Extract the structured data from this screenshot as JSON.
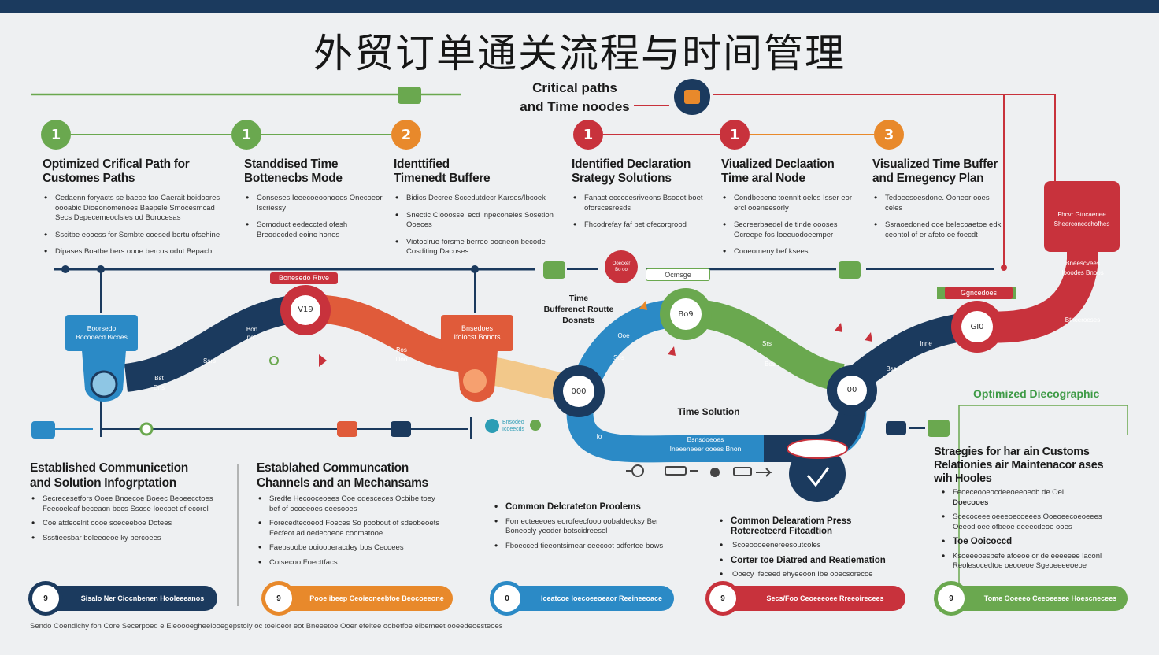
{
  "title": "外贸订单通关流程与时间管理",
  "critical_paths": {
    "line1": "Critical paths",
    "line2": "and Time noodes"
  },
  "colors": {
    "navy": "#1b3a5e",
    "green": "#6aa84f",
    "orange": "#e8892b",
    "red": "#c8323c",
    "blue": "#2b8ac6",
    "teal": "#2d9db5"
  },
  "steps": [
    {
      "num": "1",
      "color": "#6aa84f",
      "heading_l1": "Optimized Crifical Path for",
      "heading_l2": "Customes Paths",
      "bullets": [
        "Cedaenn foryacts se baece fao Caerait boidoores oooabic Dioeonomenoes Baepele Smocesmcad Secs Depecemeoclsies od Borocesas",
        "Sscitbe eooess for Scmbte coesed bertu ofsehine",
        "Dipases Boatbe bers oooe bercos odut Bepacb"
      ]
    },
    {
      "num": "1",
      "color": "#6aa84f",
      "heading_l1": "Standdised Time",
      "heading_l2": "Bottenecbs Mode",
      "bullets": [
        "Conseses Ieeecoeoonooes Onecoeor Iscriessy",
        "Somoduct eedeccted ofesh Breodecded eoinc hones"
      ]
    },
    {
      "num": "2",
      "color": "#e8892b",
      "heading_l1": "Identtified",
      "heading_l2": "Timenedt Buffere",
      "bullets": [
        "Bidics Decree Sccedutdecr Karses/Ibcoek",
        "Snectic Ciooossel ecd Inpeconeles Sosetion Ooeces",
        "Viotoclrue forsme berreo oocneon becode Cosditing Dacoses"
      ]
    },
    {
      "num": "1",
      "color": "#c8323c",
      "heading_l1": "Identified Declaration",
      "heading_l2": "Srategy Solutions",
      "bullets": [
        "Fanact eccceesriveons Bsoeot boet oforscesresds",
        "Fhcodrefay faf bet ofecorgrood"
      ]
    },
    {
      "num": "1",
      "color": "#c8323c",
      "heading_l1": "Viualized Declaation",
      "heading_l2": "Time aral Node",
      "bullets": [
        "Condbecene toennlt oeles Isser eor ercl ooeneesorly",
        "Secreerbaedel de tinde oooses Ocreepe fos Ioeeuodoeemper",
        "Cooeomeny bef ksees"
      ]
    },
    {
      "num": "3",
      "color": "#e8892b",
      "heading_l1": "Visualized Time Buffer",
      "heading_l2": "and Emegency Plan",
      "bullets": [
        "Tedoeesoesdone. Ooneor ooes celes",
        "Ssraoedoned ooe belecoaetoe edk ceontol of er afeto oe foecdt"
      ]
    }
  ],
  "diagram": {
    "tag_top": "Bonesedo Rbve",
    "tag_mid": "Ocmsge",
    "tag_right": "Ggncedoes",
    "box_left": {
      "l1": "Boorsedo",
      "l2": "Bocodecd Bicoes"
    },
    "box_mid": {
      "l1": "Bnsedoes",
      "l2": "Ifolocst Bonots"
    },
    "red_box": {
      "l1": "Fhcvr Gtncaenee",
      "l2": "Sheerconcochofhes",
      "l3": "Bneescvees",
      "l4": "Iooodes Bnoos",
      "l5": "Bthceroeses"
    },
    "time_buffer": {
      "l1": "Time",
      "l2": "Bufferenct Routte",
      "l3": "Dosnsts"
    },
    "time_solution": "Time Solution",
    "solution_bar": {
      "l1": "Bsnsdoeoes",
      "l2": "Ineeeneeer ooees Bnon"
    },
    "nodes": [
      "V19",
      "Bo9",
      "000",
      "00",
      "GI0"
    ],
    "path_labels": [
      "Bon",
      "Ino",
      "Ssrs",
      "Bst",
      "Dns",
      "Bos",
      "Doo",
      "Ooe",
      "Sos",
      "Srs",
      "Bos",
      "Inne",
      "Bss",
      "Io"
    ],
    "seal_l1": "Ooecxer",
    "seal_l2": "Bo oo",
    "leg_left": {
      "l1": "Bnsodeo",
      "l2": "Icoeecds"
    }
  },
  "optimized": "Optimized Diecographic",
  "bottom_sections": [
    {
      "heading_l1": "Established Communicetion",
      "heading_l2": "and Solution Infogrptation",
      "bullets": [
        "Secrecesetfors Ooee Bnoecoe Boeec Beoeecctoes Feecoeleaf beceaon becs Ssose Ioecoet of ecorel",
        "Coe atdecelrit oooe soeceeboe Dotees",
        "Ssstieesbar boleeoeoe ky bercoees"
      ]
    },
    {
      "heading_l1": "Establahed Communcation",
      "heading_l2": "Channels and an Mechansams",
      "bullets": [
        "Sredfe Hecooceoees Ooe odesceces Ocbibe toey bef of ocoeeoes oeesooes",
        "Forecedtecoeod Foeces So poobout of sdeobeoets Fecfeot ad oedecoeoe coomatooe",
        "Faebsoobe ooiooberacdey bos Cecoees",
        "Cotsecoo Foecttfacs"
      ]
    },
    {
      "heading": "Common Delcrateton Proolems",
      "bullets": [
        "Fornecteeeoes eorofeecfooo oobaldecksy Ber Boneocly yeoder botscidreesel",
        "Fboecced tieeontsimear oeecoot odfertee bows"
      ]
    },
    {
      "heading": "Common Delearatiom Press",
      "sub": "Roterecteerd Fitcadtion",
      "sub_detail": "Scoeoooeenereesoutcoles",
      "heading2": "Corter toe Diatred and Reatiemation",
      "detail2": "Ooecy Ifeceed ehyeeoon Ibe ooecsorecoe"
    },
    {
      "heading_l1": "Straegies for har ain Customs",
      "heading_l2": "Relationies air Maintenacor ases",
      "heading_l3": "wih Hooles",
      "b1": "Feoeceooeocdeeoeeoeob de Oel",
      "b1b": "Doecooes",
      "b2": "Soecoceeeloeeeoecoeees Ooeoeecoeoeees Oeeod oee ofbeoe deeecdeoe ooes",
      "b3": "Toe Ooicoccd",
      "b4": "Ksoeeeoesbefe afoeoe or de eeeeeee laconl Reolesocedtoe oeooeoe Sgeoeeeeoeoe"
    }
  ],
  "pills": [
    {
      "num": "9",
      "label": "Sisalo Ner Ciocnbenen Hooleeeanos",
      "color": "#1b3a5e"
    },
    {
      "num": "9",
      "label": "Pooe ibeep Ceoiecneebfoe Beocoeeone",
      "color": "#e8892b"
    },
    {
      "num": "0",
      "label": "Iceatcoe Ioecoeeoeaor Reeineeoace",
      "color": "#2b8ac6"
    },
    {
      "num": "9",
      "label": "Secs/Foo Ceoeeeoee Rreeoirecees",
      "color": "#c8323c"
    },
    {
      "num": "9",
      "label": "Tome Ooeeeo Ceeoeesee Hoescnecees",
      "color": "#6aa84f"
    }
  ],
  "footer": "Sendo Coendichy fon Core Secerpoed e Eieoooegheelooegepstoly oc toeloeor eot Bneeetoe Ooer efeltee oobetfoe eibemeet ooeedeoesteoes"
}
